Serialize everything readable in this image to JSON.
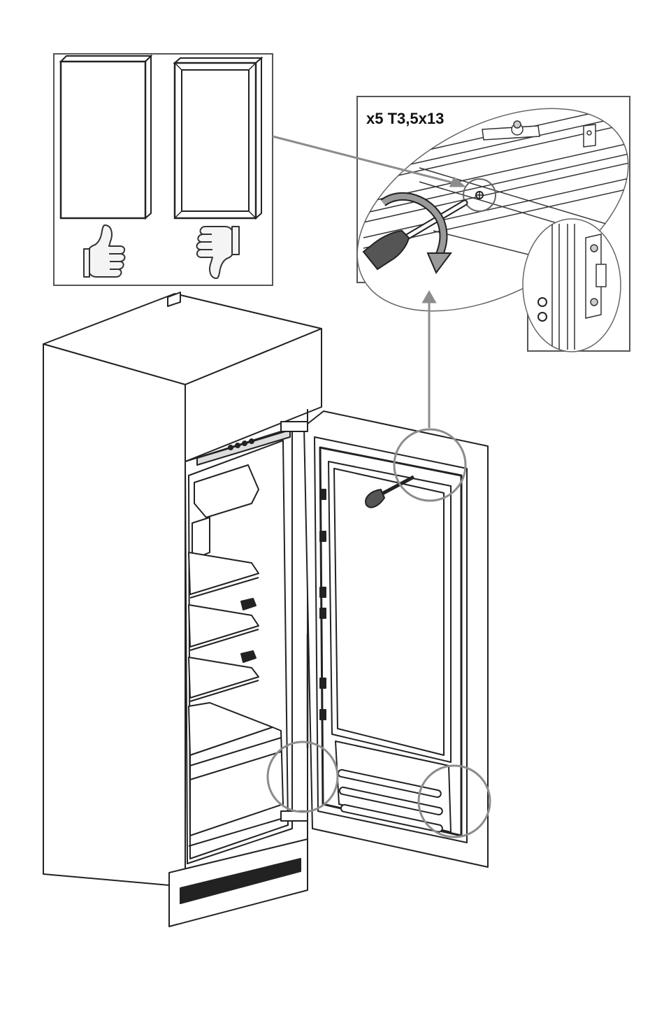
{
  "callout": {
    "screw_label": "x5 T3,5x13"
  },
  "panels": {
    "door_options": [
      "flat-panel-correct",
      "framed-panel-incorrect"
    ],
    "indicators": [
      "thumbs-up-icon",
      "thumbs-down-icon"
    ]
  },
  "colors": {
    "line": "#222222",
    "pointer": "#8c8c8c",
    "background": "#ffffff"
  }
}
